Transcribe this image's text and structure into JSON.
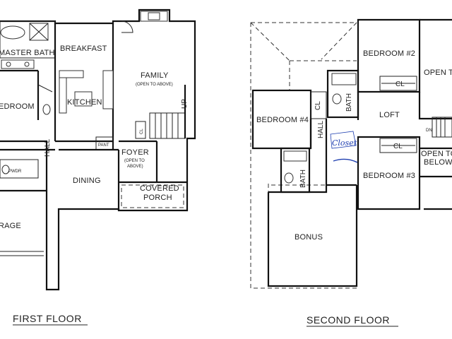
{
  "first_floor": {
    "title": "FIRST FLOOR",
    "rooms": {
      "master_bath": "MASTER BATH",
      "breakfast": "BREAKFAST",
      "family": "FAMILY",
      "family_note": "(OPEN TO ABOVE)",
      "bedroom": "EDROOM",
      "kitchen": "KITCHEN",
      "up": "UP",
      "hall": "HALL",
      "pantry": "PANT",
      "powder": "PWDR",
      "cl": "CL",
      "foyer": "FOYER",
      "foyer_note_1": "(OPEN TO",
      "foyer_note_2": "ABOVE)",
      "dining": "DINING",
      "covered_1": "COVERED",
      "covered_2": "PORCH",
      "garage": "RAGE"
    }
  },
  "second_floor": {
    "title": "SECOND FLOOR",
    "rooms": {
      "bedroom2": "BEDROOM #2",
      "open_to_1": "OPEN T",
      "bedroom4": "BEDROOM #4",
      "loft": "LOFT",
      "cl_b2": "CL",
      "cl_b4": "CL",
      "bath_1": "BATH",
      "hall": "HALL",
      "closet_note": "Closet",
      "cl_b3": "CL",
      "dn": "DN",
      "open_to_2a": "OPEN TO",
      "open_to_2b": "BELOW",
      "bedroom3": "BEDROOM #3",
      "bath_2": "BATH",
      "bonus": "BONUS"
    }
  },
  "colors": {
    "ink": "#111111",
    "annotation": "#1f3fb0"
  }
}
